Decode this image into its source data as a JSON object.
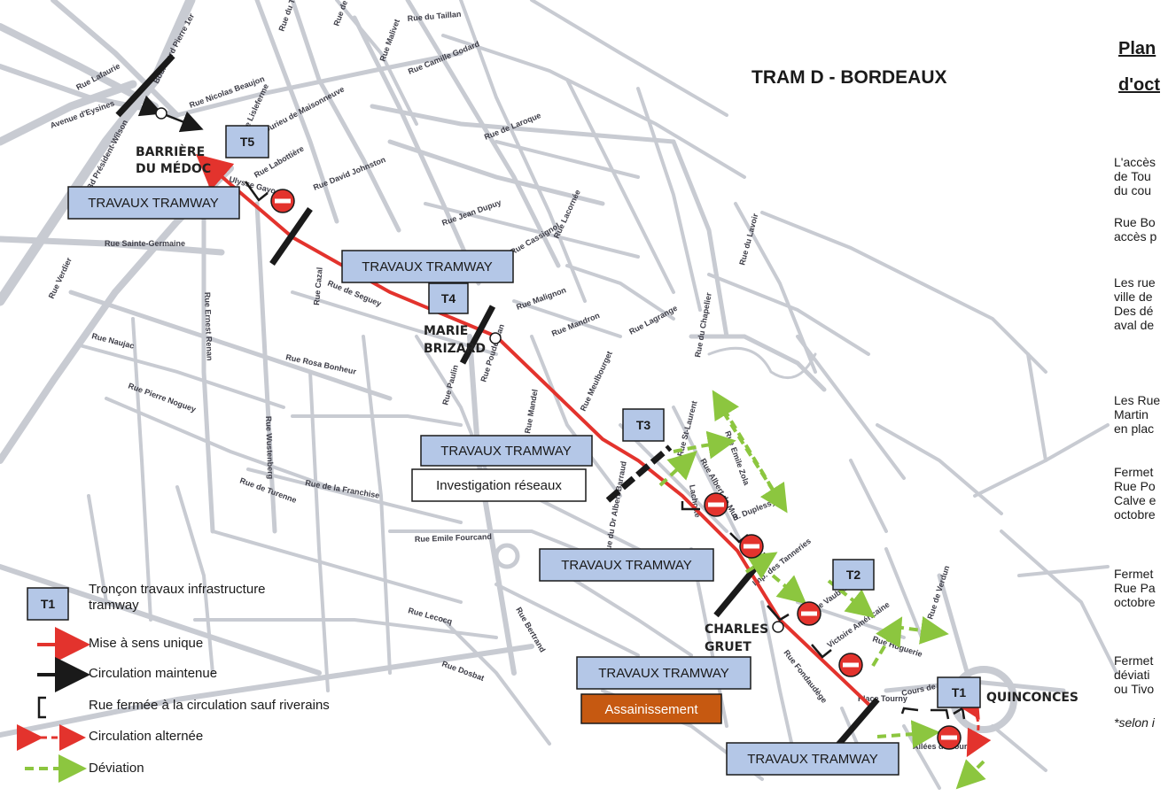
{
  "title": "TRAM D - BORDEAUX",
  "side_panel": {
    "heading_line1": "Plan",
    "heading_line2": "d'oct",
    "paragraphs": [
      [
        "L'accès",
        "de Tou",
        "du cou"
      ],
      [
        "Rue Bo",
        "accès p"
      ],
      [
        "Les rue",
        "ville de",
        "Des dé",
        "aval de"
      ],
      [
        "Les Rue",
        "Martin",
        "en plac"
      ],
      [
        "Fermet",
        "Rue Po",
        "Calve e",
        "octobre"
      ],
      [
        "Fermet",
        "Rue Pa",
        "octobre"
      ],
      [
        "Fermet",
        "déviati",
        "ou Tivo"
      ],
      [
        "*selon i"
      ]
    ]
  },
  "stops": {
    "barriere_1": "BARRIÈRE",
    "barriere_2": "DU MÉDOC",
    "marie_1": "MARIE",
    "marie_2": "BRIZARD",
    "charles_1": "CHARLES",
    "charles_2": "GRUET",
    "quinconces": "QUINCONCES"
  },
  "sections": {
    "t1": "T1",
    "t2": "T2",
    "t3": "T3",
    "t4": "T4",
    "t5": "T5"
  },
  "work_zones": {
    "travaux": "TRAVAUX TRAMWAY",
    "investigation": "Investigation réseaux",
    "assainissement": "Assainissement"
  },
  "streets": {
    "lafaurie": "Rue Lafaurie",
    "bd_pierre": "Boulevard Pierre 1er",
    "nicolas_beaujon": "Rue Nicolas Beaujon",
    "turenne_top": "Rue du Tiron",
    "rue_de_ruat": "Rue de Ruat",
    "malivet": "Rue Malivet",
    "taillan": "Rue du Taillan",
    "camille_godard": "Rue Camille Godard",
    "laroque": "Rue de Laroque",
    "durieu": "Durieu de Maisonneuve",
    "lisleferme": "Rue Lisleferme",
    "president_wilson": "Bd Président-Wilson",
    "avenue_eysines": "Avenue d'Eysines",
    "labottiere": "Rue Labottière",
    "david_johnston": "Rue David Johnston",
    "jean_dupuy": "Rue Jean Dupuy",
    "sainte_germaine": "Rue Sainte-Germaine",
    "ulysse_gayon": "Ulysse Gayon",
    "rue_de_seguey": "Rue de Seguey",
    "cassignol": "Rue Cassignol",
    "lacornee": "Rue Lacornée",
    "rue_vercher": "Rue Verdier",
    "rue_naujac": "Rue Naujac",
    "ernest_renan": "Rue Ernest Renan",
    "rosa_bonheur": "Rue Rosa Bonheur",
    "pierre_noguey": "Rue Pierre Noguey",
    "rue_paulin": "Rue Paulin",
    "rue_poudensan": "Rue Poudensan",
    "rue_malignon": "Rue Malignon",
    "rue_mandron": "Rue Mandron",
    "rue_lagrange": "Rue Lagrange",
    "meulbourget": "Rue Meulbourget",
    "rue_turenne": "Rue de Turenne",
    "franchise": "Rue de la Franchise",
    "emile_fourcand": "Rue Emile Fourcand",
    "rue_st_laurent": "Rue St-Laurent",
    "emile_zola": "Rue Emile Zola",
    "albert_de_mun": "Rue Albert de Mun",
    "lachotte": "Lachotte",
    "r_duplessy": "R. Duplessy",
    "tanneries": "Imp. des Tanneries",
    "fondaudege": "Rue Fondaudège",
    "vauban": "Rue Vauban",
    "rue_huguerie": "Rue Huguerie",
    "victoire_americaine": "Victoire Américaine",
    "cours_tourny": "Cours de Tourny",
    "place_tourny": "Place Tourny",
    "allees_tourny": "Allées de Tourny",
    "rue_de_verdun": "Rue de Verdun",
    "chapelier": "Rue du Chapelier",
    "rue_du_lavoir": "Rue du Lavoir",
    "rue_dr_barraud": "Rue du Dr Albert Barraud",
    "rue_mandel": "Rue Mandel",
    "rue_lecocq": "Rue Lecocq",
    "rue_dosbat": "Rue Dosbat",
    "rue_dauphine": "Rue Lagrange",
    "rue_grand": "Rue Bertrand",
    "rue_wustenberg": "Rue Wustenberg",
    "rue_cesar": "Rue Cazal"
  },
  "legend": {
    "t1_box": "T1",
    "troncon_line1": "Tronçon  travaux infrastructure",
    "troncon_line2": "tramway",
    "sens_unique": "Mise à sens unique",
    "circulation": "Circulation maintenue",
    "rue_fermee": "Rue fermée à la circulation sauf riverains",
    "alternee": "Circulation alternée",
    "deviation": "Déviation"
  },
  "colors": {
    "street": "#c8cbd2",
    "tram_line": "#e3332d",
    "box_fill": "#b4c7e7",
    "deviation": "#8cc63f",
    "closure": "#1a1a1a",
    "assainissement": "#c65911"
  },
  "icons": {
    "no_entry": "no-entry-icon",
    "tram_stop": "tram-stop-icon"
  }
}
